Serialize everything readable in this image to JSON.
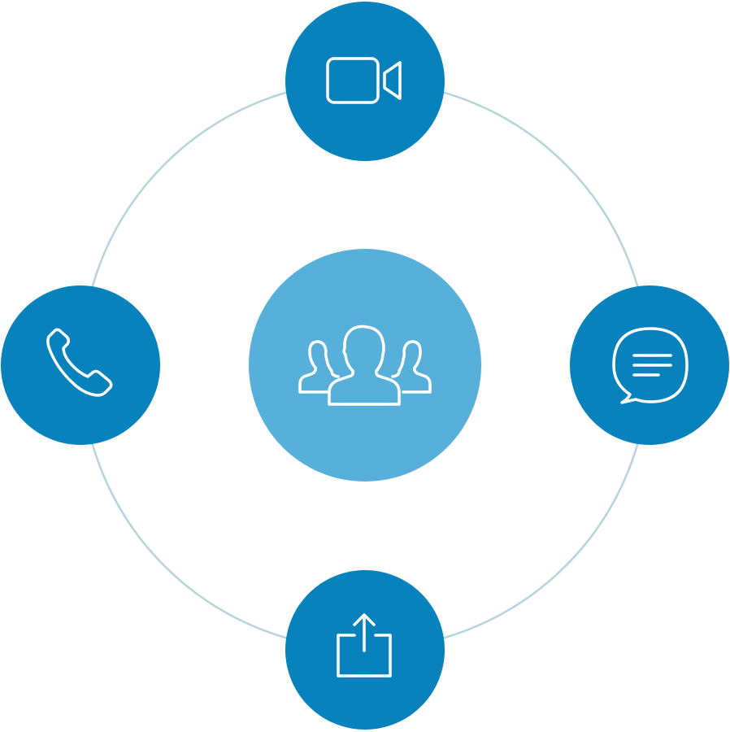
{
  "colors": {
    "ring": "#b5d3dc",
    "node": "#0882bd",
    "center": "#57b0da",
    "icon": "#ffffff",
    "background": "#ffffff"
  },
  "center": {
    "icon": "users-group-icon"
  },
  "nodes": [
    {
      "position": "top",
      "icon": "video-camera-icon"
    },
    {
      "position": "right",
      "icon": "chat-bubble-icon"
    },
    {
      "position": "bottom",
      "icon": "share-upload-icon"
    },
    {
      "position": "left",
      "icon": "phone-icon"
    }
  ]
}
